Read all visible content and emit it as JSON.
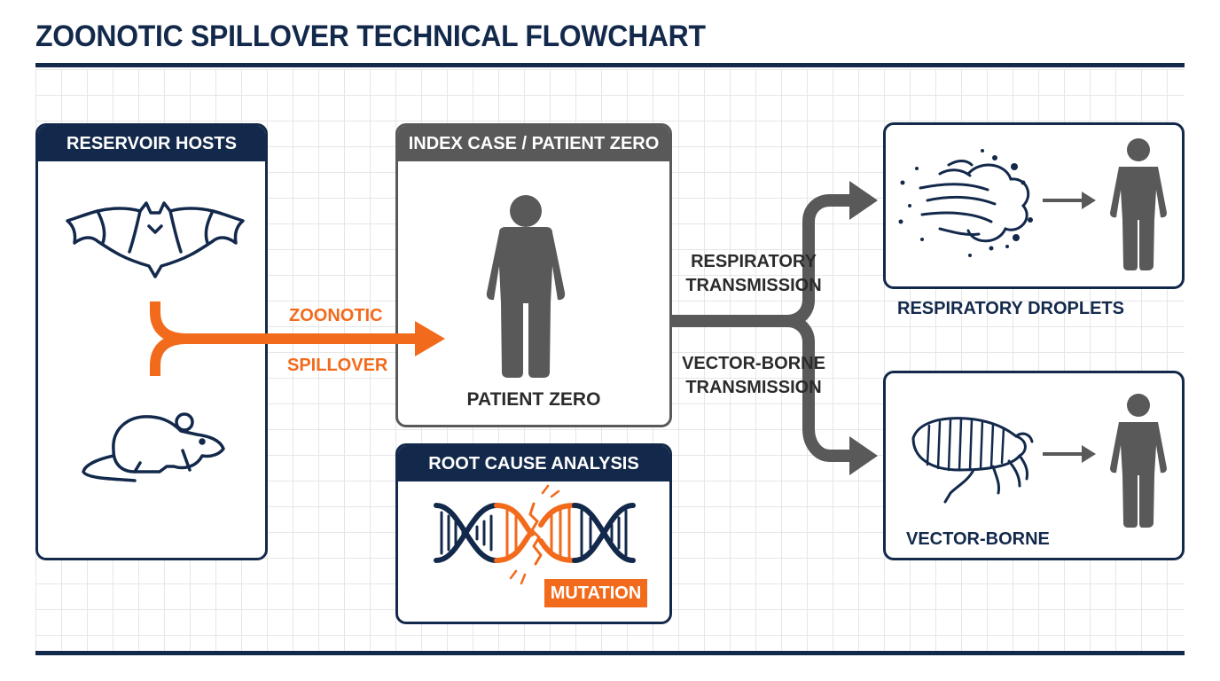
{
  "title": "ZOONOTIC SPILLOVER TECHNICAL FLOWCHART",
  "reservoir": {
    "header": "RESERVOIR HOSTS"
  },
  "spillover": {
    "line1": "ZOONOTIC",
    "line2": "SPILLOVER"
  },
  "index_case": {
    "header": "INDEX CASE / PATIENT ZERO",
    "caption": "PATIENT ZERO"
  },
  "root_cause": {
    "header": "ROOT CAUSE ANALYSIS",
    "badge": "MUTATION"
  },
  "routes": {
    "respiratory_line1": "RESPIRATORY",
    "respiratory_line2": "TRANSMISSION",
    "vector_line1": "VECTOR-BORNE",
    "vector_line2": "TRANSMISSION"
  },
  "outcomes": {
    "respiratory": "RESPIRATORY DROPLETS",
    "vector": "VECTOR-BORNE"
  },
  "icons": [
    "bat-icon",
    "rat-icon",
    "person-icon",
    "dna-icon",
    "droplets-icon",
    "flea-icon"
  ],
  "colors": {
    "navy": "#13294b",
    "orange": "#f26a1b",
    "gray": "#595959",
    "dark": "#2b2b2b"
  }
}
